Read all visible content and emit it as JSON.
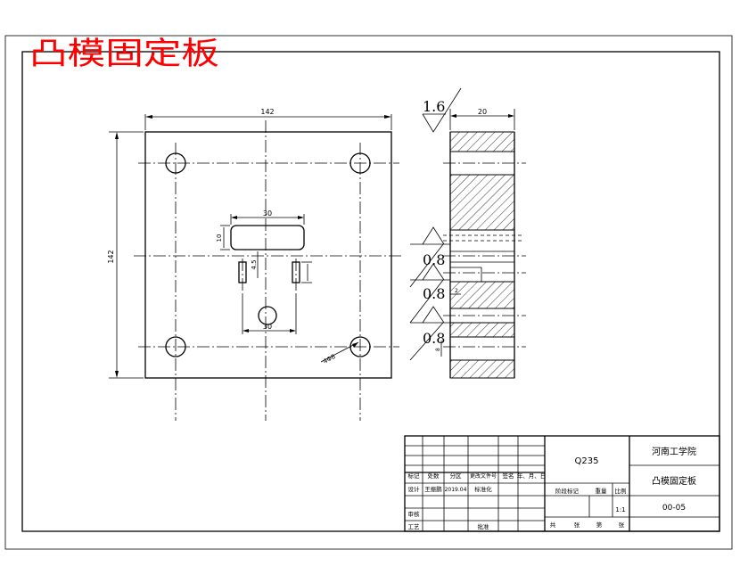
{
  "title": "凸模固定板",
  "front_view": {
    "dim_width": "142",
    "dim_height": "142",
    "dim_slot_length": "30",
    "dim_slot_height": "10",
    "dim_pin_gap": "4.5",
    "dim_hole_spacing": "30",
    "dim_corner_hole": "4Φ8"
  },
  "side_view": {
    "roughness_top": "1.6",
    "dim_thickness": "20",
    "roughness_1": "0.8",
    "roughness_2": "0.8",
    "roughness_3": "0.8",
    "dim_small_1": "2",
    "dim_small_2": "8"
  },
  "title_block": {
    "material": "Q235",
    "school": "河南工学院",
    "part_name": "凸模固定板",
    "drawing_no": "00-05",
    "scale": "1:1",
    "row_headers": [
      "标记",
      "处数",
      "分区",
      "更改文件号",
      "签名",
      "年、月、日"
    ],
    "design_label": "设计",
    "designer": "王振鹏",
    "date": "2019.04",
    "standard_label": "标准化",
    "review_label": "审核",
    "process_label": "工艺",
    "approve_label": "批准",
    "stage_label": "阶段标记",
    "weight_label": "重量",
    "scale_label": "比例",
    "sheets": [
      "共",
      "张",
      "第",
      "张"
    ]
  }
}
